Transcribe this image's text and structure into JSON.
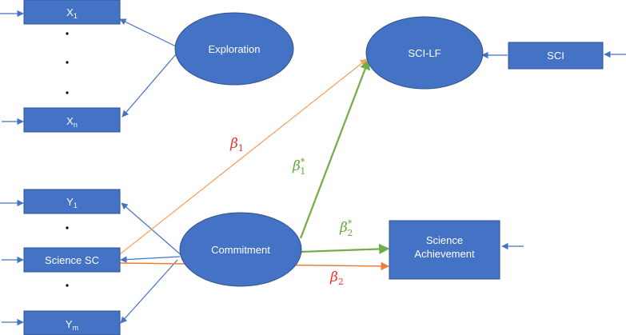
{
  "nodes": {
    "x1": {
      "label": "X",
      "sub": "1"
    },
    "xn": {
      "label": "X",
      "sub": "n"
    },
    "y1": {
      "label": "Y",
      "sub": "1"
    },
    "science_sc": {
      "label": "Science SC"
    },
    "ym": {
      "label": "Y",
      "sub": "m"
    },
    "exploration": {
      "label": "Exploration"
    },
    "commitment": {
      "label": "Commitment"
    },
    "sci_lf": {
      "label": "SCI-LF"
    },
    "sci": {
      "label": "SCI"
    },
    "achievement": {
      "label_line1": "Science",
      "label_line2": "Achievement"
    }
  },
  "paths": {
    "beta1": {
      "symbol": "β",
      "sub": "1",
      "sup": "",
      "color": "#e8322b"
    },
    "beta1_star": {
      "symbol": "β",
      "sub": "1",
      "sup": "*",
      "color": "#62a833"
    },
    "beta2_star": {
      "symbol": "β",
      "sub": "2",
      "sup": "*",
      "color": "#62a833"
    },
    "beta2": {
      "symbol": "β",
      "sub": "2",
      "sup": "",
      "color": "#e8322b"
    }
  },
  "colors": {
    "node_fill": "#4472c4",
    "node_stroke": "#2f528f",
    "measurement_arrow": "#4472c4",
    "beta1_arrow": "#f4a460",
    "beta2_arrow": "#ed7d31",
    "green_arrow": "#70ad47"
  }
}
